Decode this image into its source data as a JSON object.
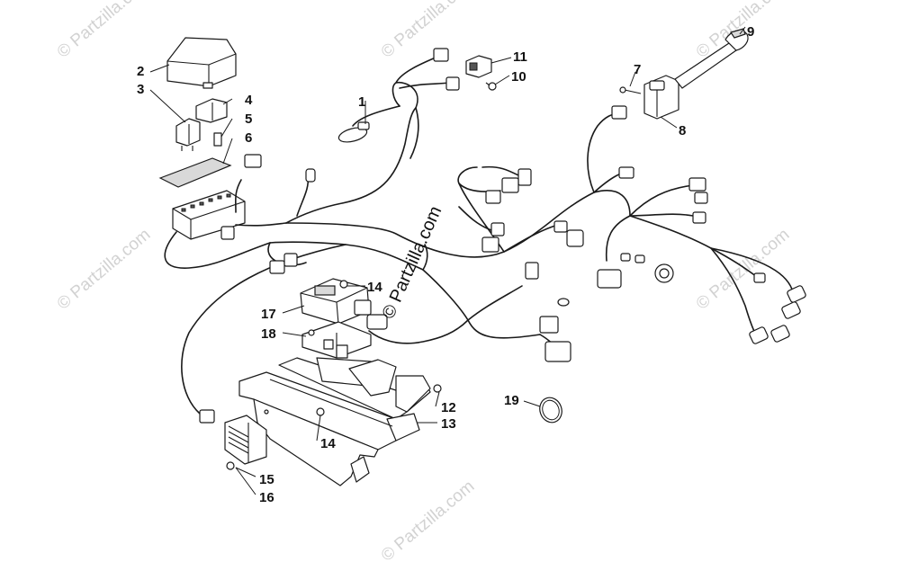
{
  "watermark": {
    "text": "© Partzilla.com",
    "center_text": "© Partzilla.com"
  },
  "callouts": {
    "c1": "1",
    "c2": "2",
    "c3": "3",
    "c4": "4",
    "c5": "5",
    "c6": "6",
    "c7": "7",
    "c8": "8",
    "c9": "9",
    "c10": "10",
    "c11": "11",
    "c12": "12",
    "c13": "13",
    "c14a": "14",
    "c14b": "14",
    "c15": "15",
    "c16": "16",
    "c17": "17",
    "c18": "18",
    "c19": "19"
  },
  "colors": {
    "line": "#1a1a1a",
    "watermark": "#d2d2d2",
    "background": "#ffffff"
  }
}
